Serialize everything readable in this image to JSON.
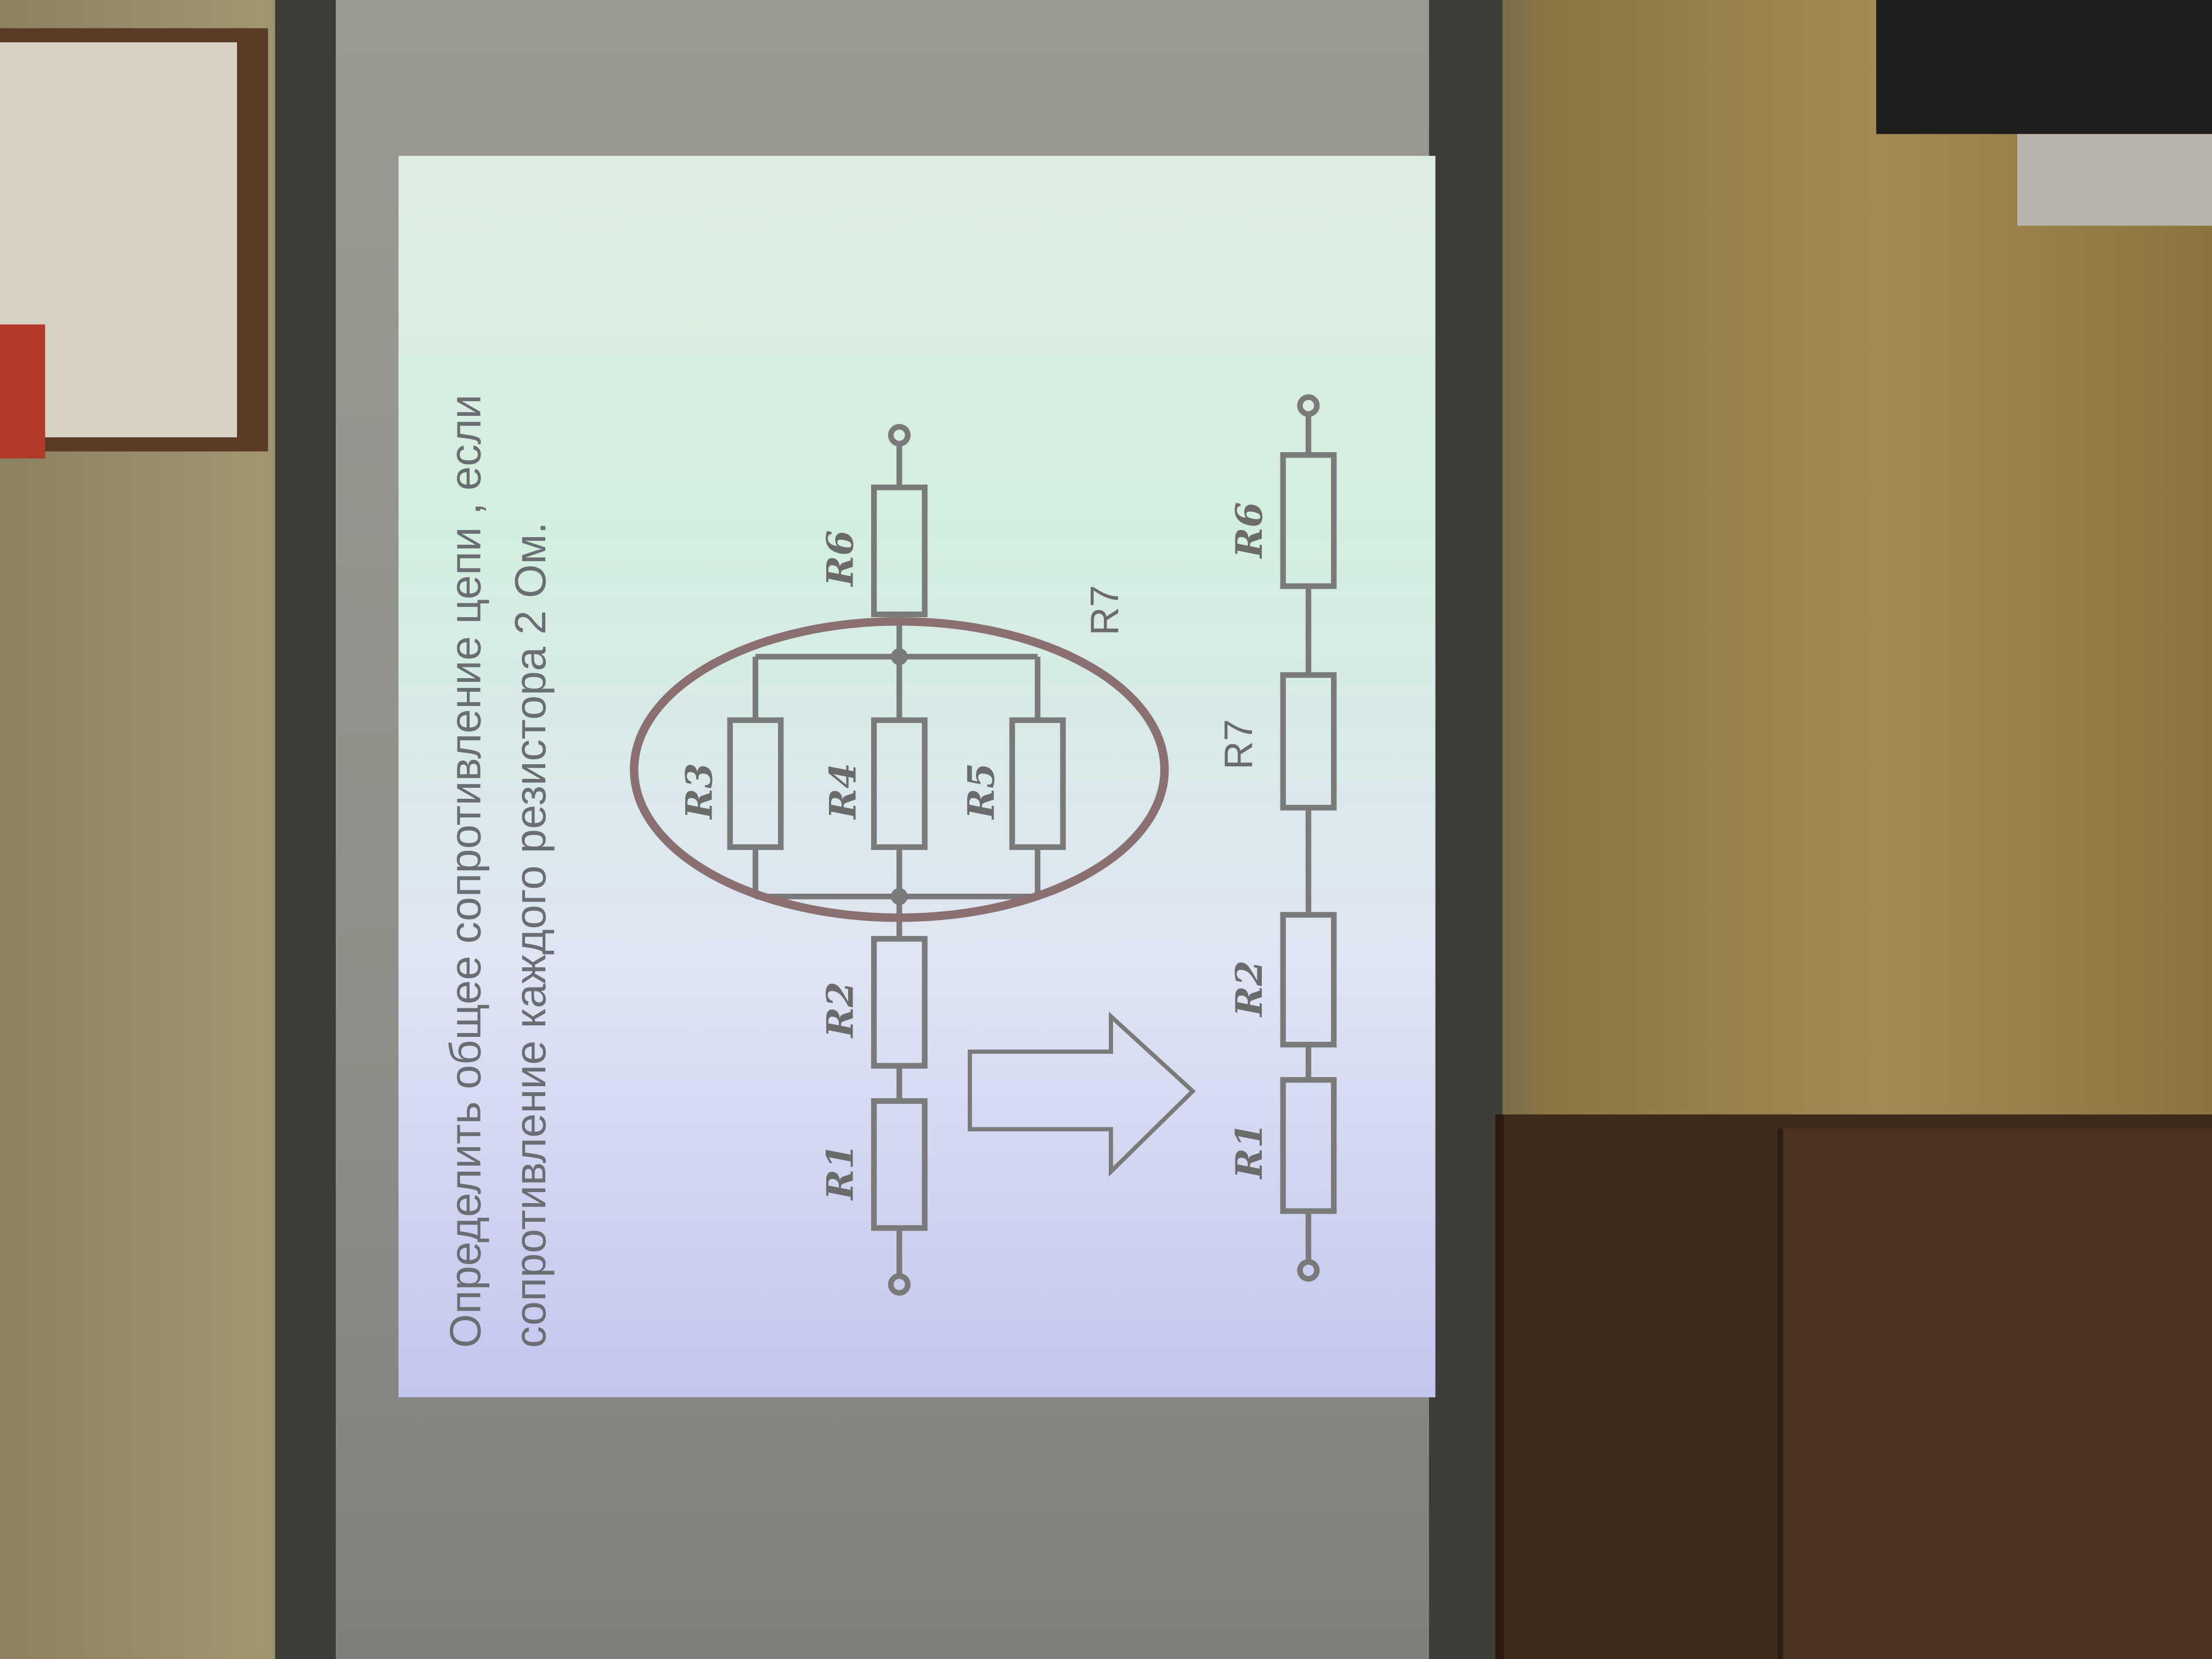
{
  "slide": {
    "title": "Определить общее сопротивление цепи , если сопротивление каждого резистора 2 Ом.",
    "circuit_top": {
      "labels": [
        "R1",
        "R2",
        "R3",
        "R4",
        "R5",
        "R6"
      ],
      "group_label": "R7"
    },
    "circuit_bottom": {
      "labels": [
        "R1",
        "R2",
        "R7",
        "R6"
      ]
    },
    "colors": {
      "ellipse": "#8a7070",
      "wire": "#7a7a7a"
    }
  }
}
